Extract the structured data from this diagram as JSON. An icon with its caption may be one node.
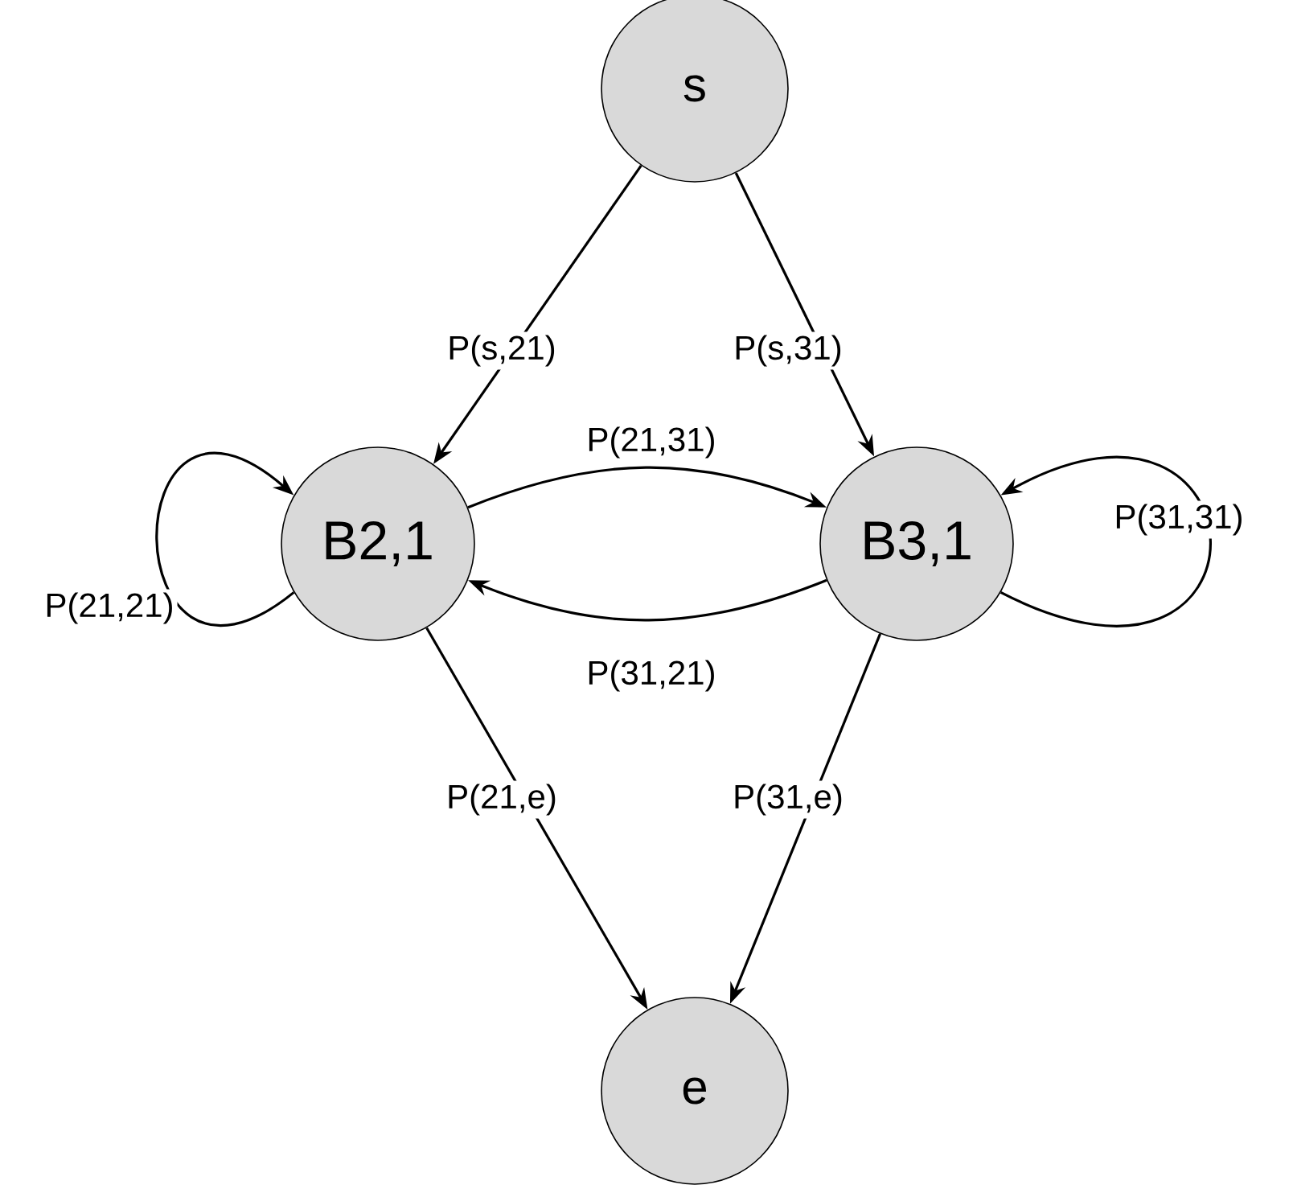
{
  "diagram": {
    "nodes": [
      {
        "text": [
          "s"
        ]
      },
      {
        "text": [
          "B2,1"
        ]
      },
      {
        "text": [
          "B3,1"
        ]
      },
      {
        "text": [
          "e"
        ]
      }
    ],
    "edges": [
      {
        "from": 0,
        "to": 1,
        "arrow": "to",
        "label": "P(s,21)"
      },
      {
        "from": 0,
        "to": 2,
        "arrow": "to",
        "label": "P(s,31)"
      },
      {
        "from": 1,
        "to": 2,
        "arrow": "to",
        "label": "P(21,31)"
      },
      {
        "from": 2,
        "to": 1,
        "arrow": "to",
        "label": "P(31,21)"
      },
      {
        "from": 1,
        "to": 1,
        "arrow": "to",
        "label": "P(21,21)"
      },
      {
        "from": 2,
        "to": 2,
        "arrow": "to",
        "label": "P(31,31)"
      },
      {
        "from": 1,
        "to": 3,
        "arrow": "to",
        "label": "P(21,e)"
      },
      {
        "from": 2,
        "to": 3,
        "arrow": "to",
        "label": "P(31,e)"
      }
    ]
  }
}
